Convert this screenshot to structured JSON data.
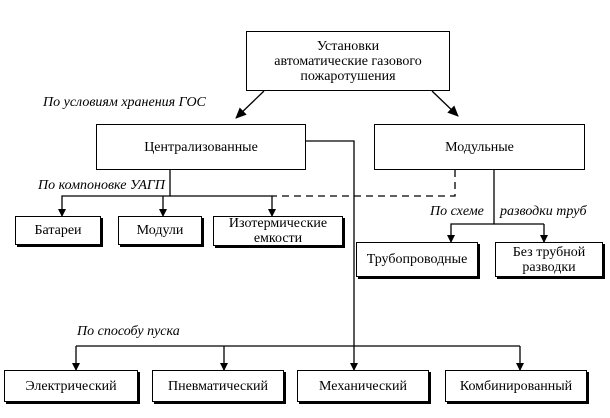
{
  "diagram": {
    "root": "Установки\nавтоматические газового\nпожаротушения",
    "level1": {
      "centralized": "Централизованные",
      "modular": "Модульные"
    },
    "layout_group": {
      "batteries": "Батареи",
      "modules": "Модули",
      "isothermal": "Изотермические\nемкости"
    },
    "piping_group": {
      "pipeline": "Трубопроводные",
      "no_pipe": "Без трубной\nразводки"
    },
    "start_group": {
      "electric": "Электрический",
      "pneumatic": "Пневматический",
      "mechanical": "Механический",
      "combined": "Комбинированный"
    },
    "labels": {
      "storage": "По условиям хранения ГОС",
      "layout": "По компоновке УАГП",
      "piping_a": "По схеме",
      "piping_b": "разводки труб",
      "start": "По способу пуска"
    }
  }
}
